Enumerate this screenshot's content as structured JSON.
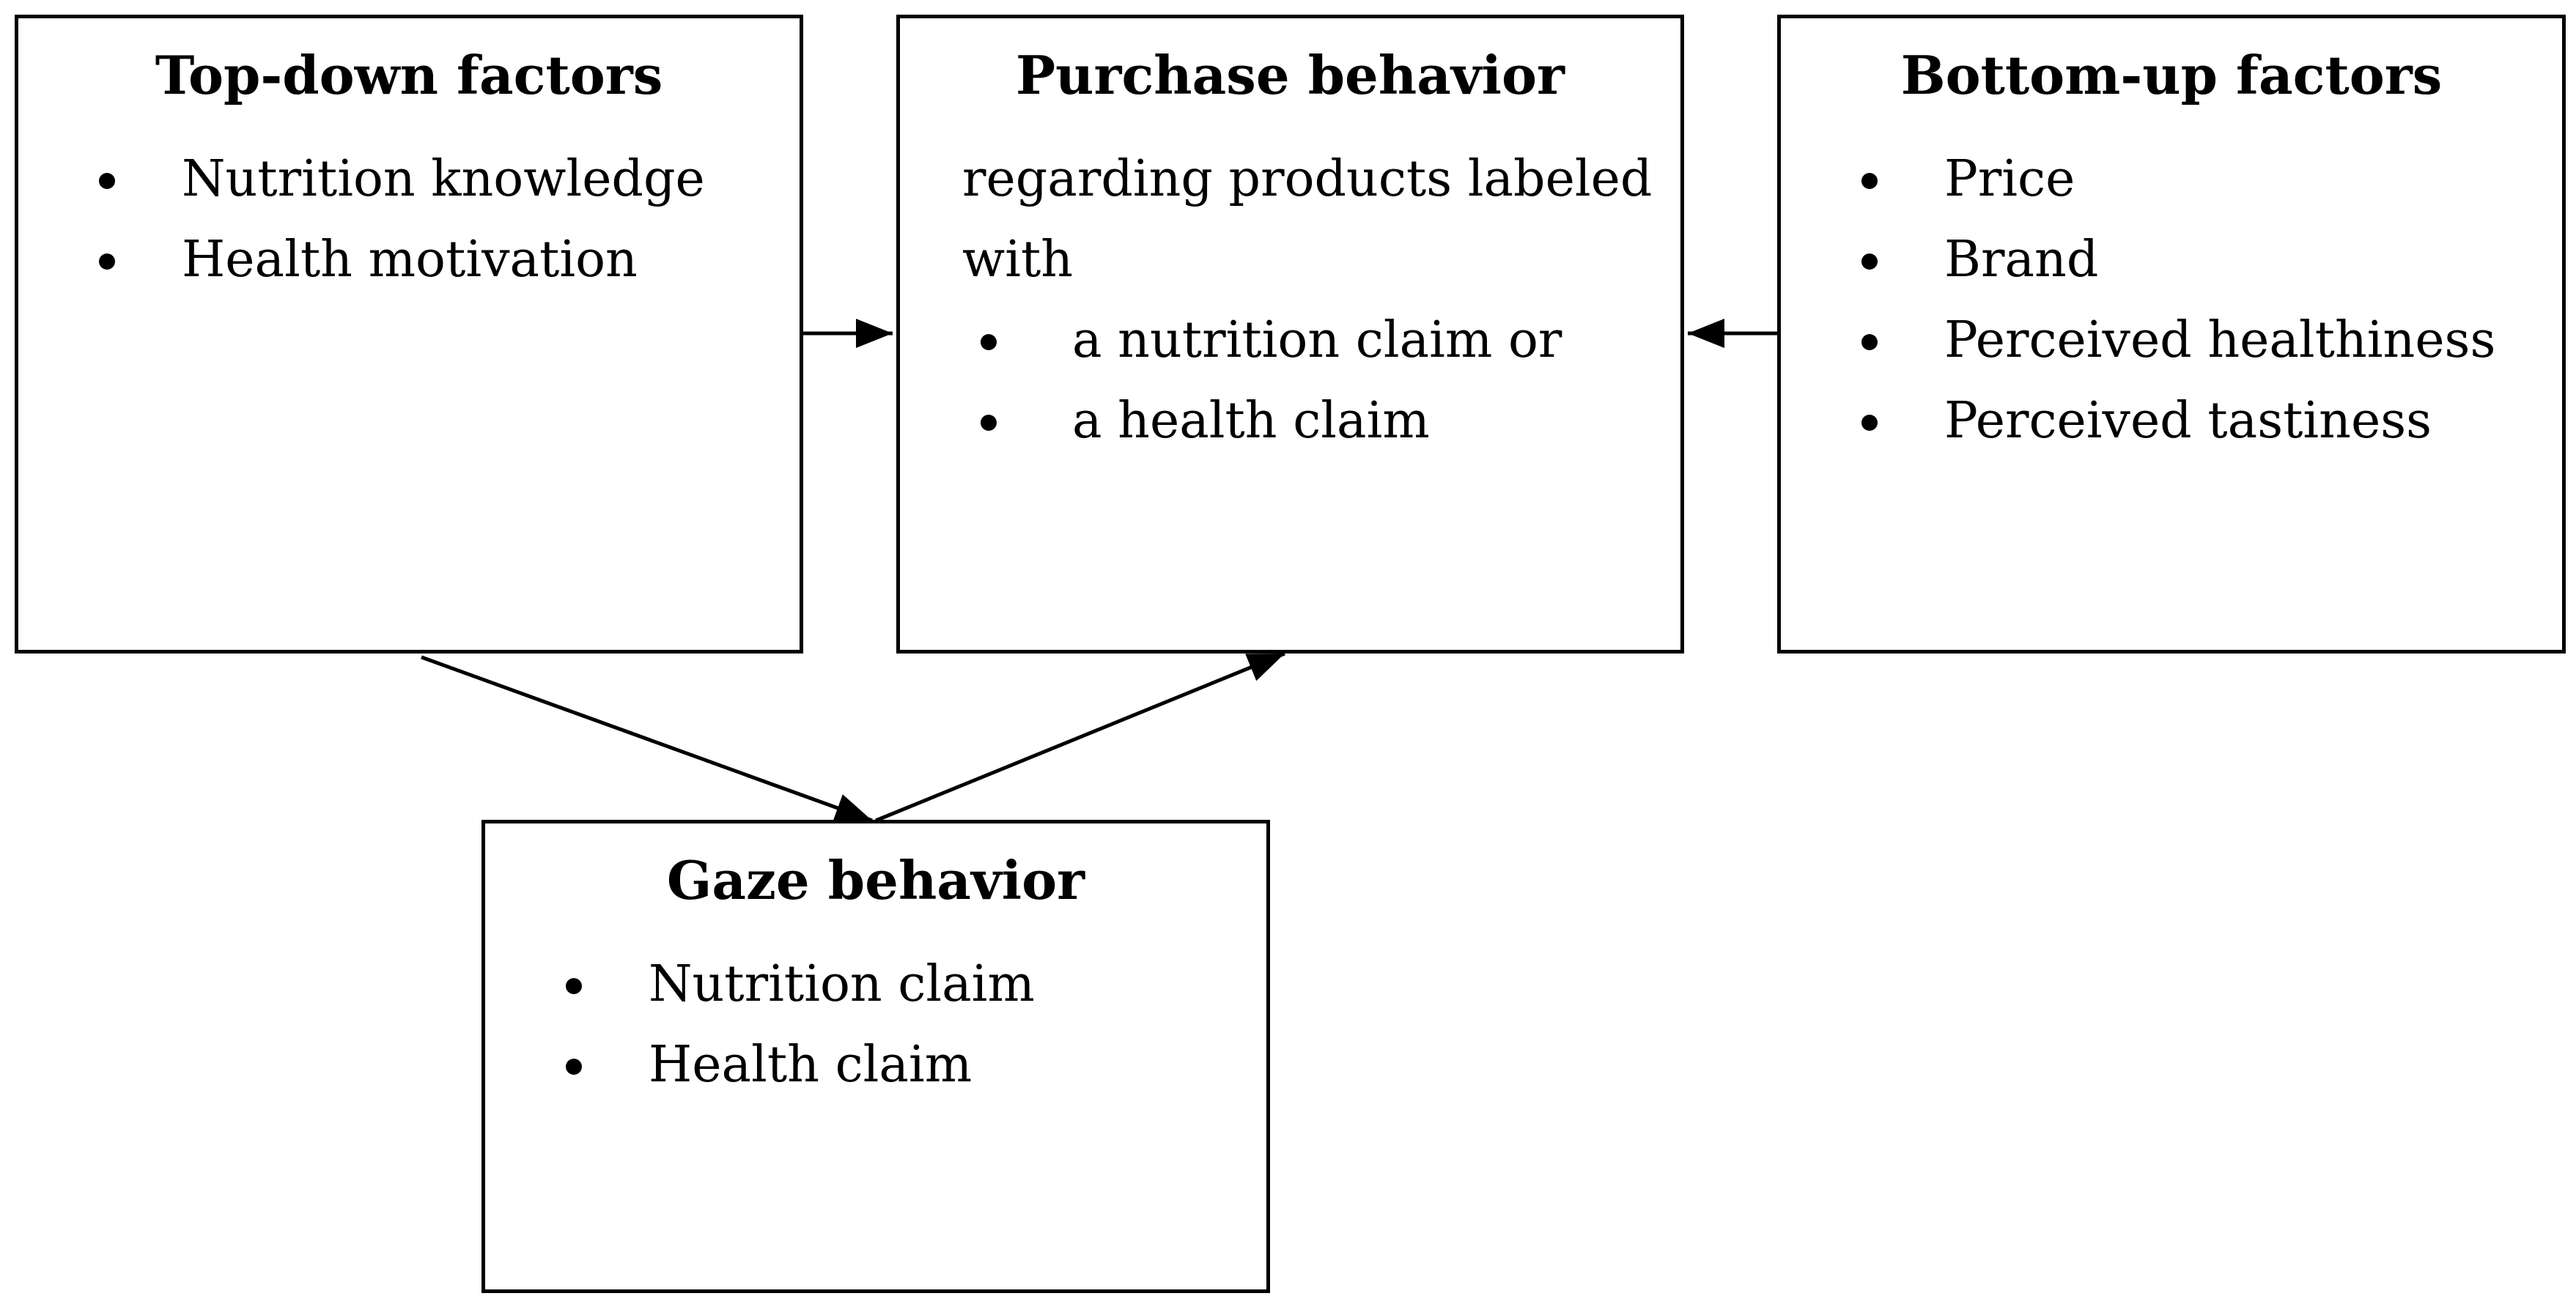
{
  "top_down": {
    "title": "Top-down factors",
    "items": [
      "Nutrition knowledge",
      "Health motivation"
    ]
  },
  "purchase": {
    "title": "Purchase behavior",
    "line1": "regarding products labeled",
    "line2": "with",
    "items": [
      "a nutrition claim or",
      "a health claim"
    ]
  },
  "bottom_up": {
    "title": "Bottom-up factors",
    "items": [
      "Price",
      "Brand",
      "Perceived healthiness",
      "Perceived tastiness"
    ]
  },
  "gaze": {
    "title": "Gaze behavior",
    "items": [
      "Nutrition claim",
      "Health claim"
    ]
  },
  "colors": {
    "stroke": "#000000",
    "background": "#ffffff"
  }
}
